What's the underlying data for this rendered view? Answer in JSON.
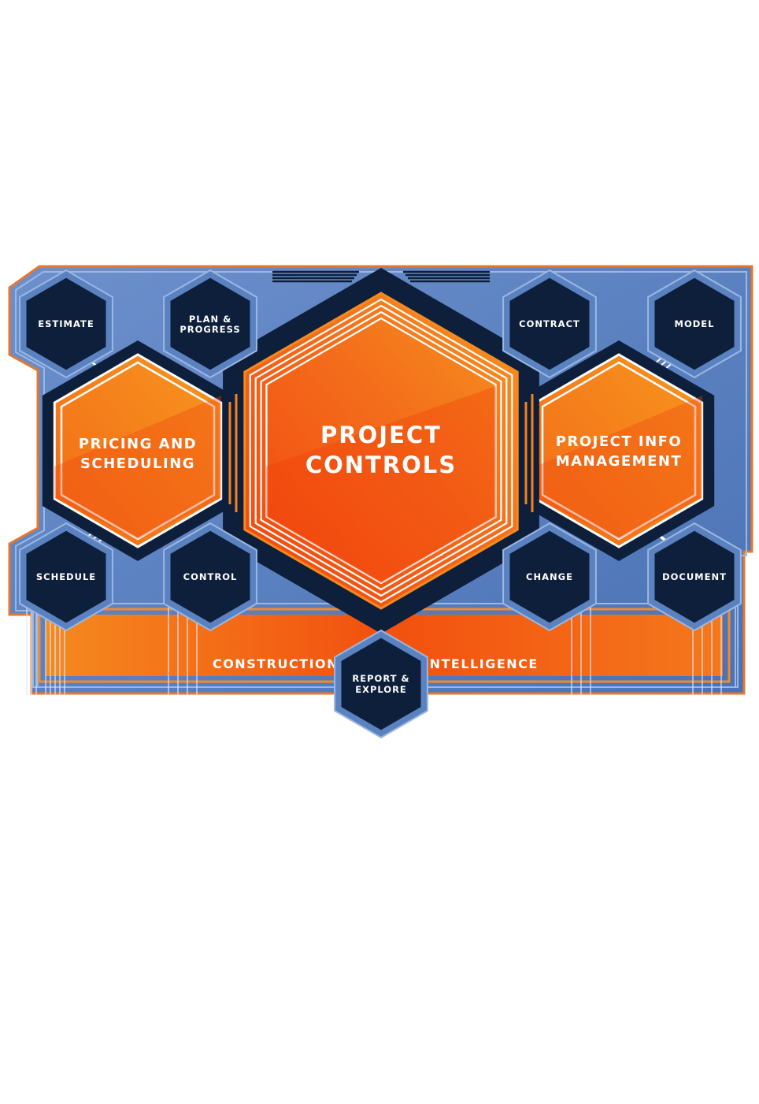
{
  "diagram": {
    "center": {
      "lines": [
        "PROJECT",
        "CONTROLS"
      ]
    },
    "left_hub": {
      "lines": [
        "PRICING AND",
        "SCHEDULING"
      ]
    },
    "right_hub": {
      "lines": [
        "PROJECT INFO",
        "MANAGEMENT"
      ]
    },
    "nodes": {
      "estimate": [
        "ESTIMATE"
      ],
      "plan_progress": [
        "PLAN &",
        "PROGRESS"
      ],
      "contract": [
        "CONTRACT"
      ],
      "model": [
        "MODEL"
      ],
      "schedule": [
        "SCHEDULE"
      ],
      "control": [
        "CONTROL"
      ],
      "change": [
        "CHANGE"
      ],
      "document": [
        "DOCUMENT"
      ],
      "report_explore": [
        "REPORT &",
        "EXPLORE"
      ]
    },
    "band": {
      "left": "CONSTRUCTION",
      "right": "INTELLIGENCE"
    }
  },
  "colors": {
    "navy": "#0d1f3a",
    "blue_panel": "#5b82c0",
    "light_blue": "#8fb0de",
    "orange": "#f5821f",
    "orange_dark": "#f0480f"
  }
}
